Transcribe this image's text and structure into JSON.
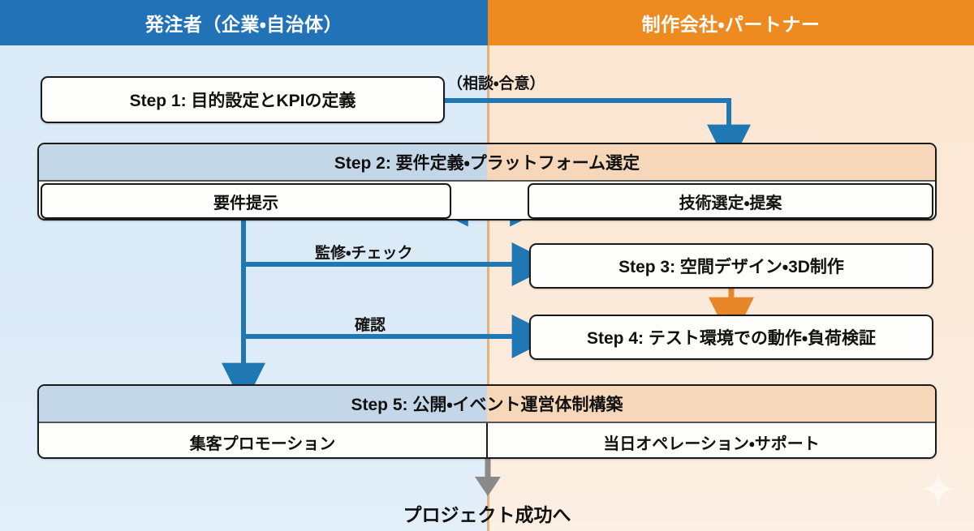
{
  "header": {
    "left": "発注者（企業・自治体）",
    "right": "制作会社・パートナー",
    "left_color": "#2272b8",
    "right_color": "#ed8b21"
  },
  "steps": {
    "step1": {
      "label": "Step 1: 目的設定とKPIの定義"
    },
    "step2": {
      "title": "Step 2: 要件定義・プラットフォーム選定",
      "left_cell": "要件提示",
      "right_cell": "技術選定・提案"
    },
    "step3": {
      "label": "Step 3: 空間デザイン・3D制作"
    },
    "step4": {
      "label": "Step 4: テスト環境での動作・負荷検証"
    },
    "step5": {
      "title": "Step 5: 公開・イベント運営体制構築",
      "left_cell": "集客プロモーション",
      "right_cell": "当日オペレーション・サポート"
    }
  },
  "connector_labels": {
    "consult": "（相談・合意）",
    "supervise": "監修・チェック",
    "confirm": "確認"
  },
  "goal": {
    "label": "プロジェクト成功へ"
  },
  "colors": {
    "arrow_blue": "#1f78b4",
    "arrow_orange": "#e8862a",
    "arrow_gray": "#8a8a8a",
    "pane_left_bg": "#dbeaf7",
    "pane_right_bg": "#fbe9d8",
    "box_border": "#1a1a1a"
  }
}
